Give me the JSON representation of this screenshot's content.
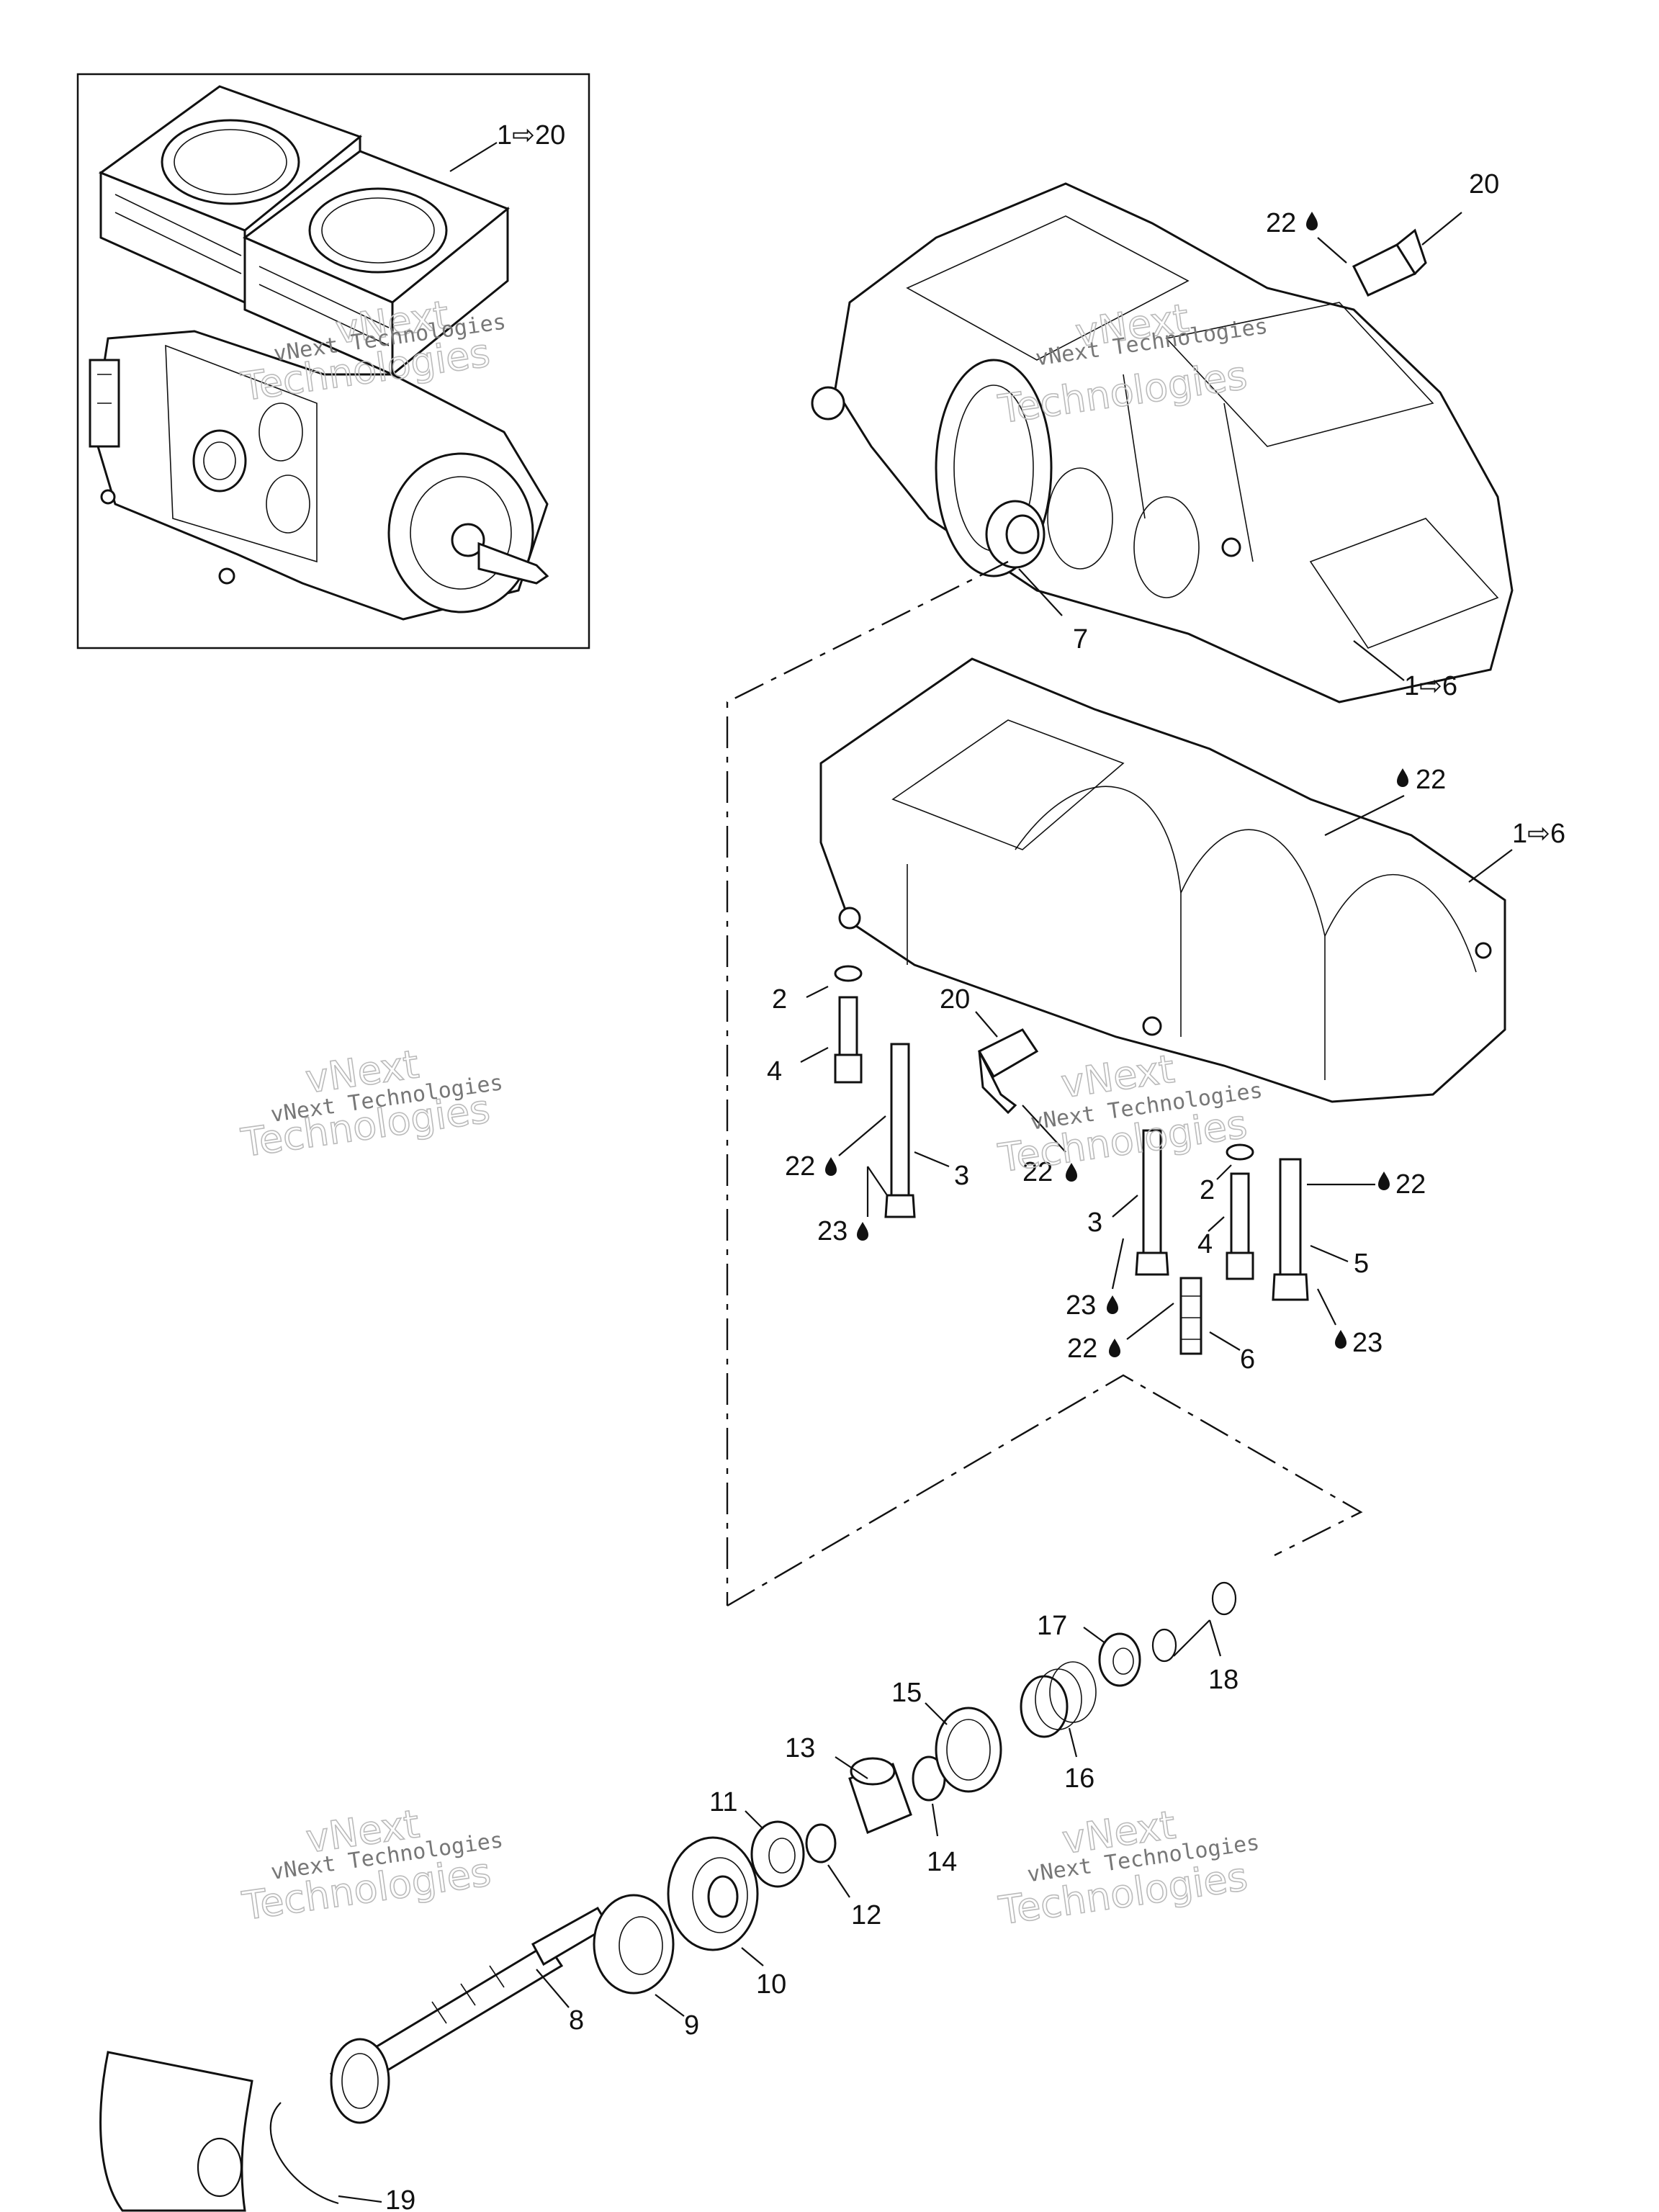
{
  "watermark": {
    "line1": "vNext Technologies",
    "line2a": "vNext",
    "line2b": "Technologies"
  },
  "labels": {
    "inset_ref": "1⇨20",
    "upper_ref": "1⇨6",
    "lower_ref": "1⇨6",
    "n2a": "2",
    "n2b": "2",
    "n3a": "3",
    "n3b": "3",
    "n4a": "4",
    "n4b": "4",
    "n5": "5",
    "n6": "6",
    "n7": "7",
    "n8": "8",
    "n9": "9",
    "n10": "10",
    "n11": "11",
    "n12": "12",
    "n13": "13",
    "n14": "14",
    "n15": "15",
    "n16": "16",
    "n17": "17",
    "n18": "18",
    "n19": "19",
    "n20a": "20",
    "n20b": "20",
    "n22a": "22",
    "n22b": "22",
    "n22c": "22",
    "n22d": "22",
    "n22e": "22",
    "n22f": "22",
    "n23a": "23",
    "n23b": "23",
    "n23c": "23"
  },
  "icons": {
    "arrow": "hollow-right-arrow-icon",
    "drop": "sealant-drop-icon"
  }
}
